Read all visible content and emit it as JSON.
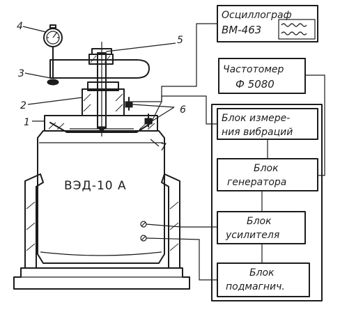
{
  "blocks": {
    "oscillograph": {
      "line1": "Осциллограф",
      "line2": "ВМ-463"
    },
    "frequency_meter": {
      "line1": "Частотомер",
      "line2": "Ф 5080"
    },
    "vibration_unit": {
      "line1": "Блок измере-",
      "line2": "ния вибраций"
    },
    "generator_unit": {
      "line1": "Блок",
      "line2": "генератора"
    },
    "amplifier_unit": {
      "line1": "Блок",
      "line2": "усилителя"
    },
    "bias_unit": {
      "line1": "Блок",
      "line2": "подмагнич."
    }
  },
  "shaker_label": "ВЭД-10 А",
  "callouts": {
    "c1": "1",
    "c2": "2",
    "c3": "3",
    "c4": "4",
    "c5": "5",
    "c6": "6",
    "c7": "7"
  }
}
